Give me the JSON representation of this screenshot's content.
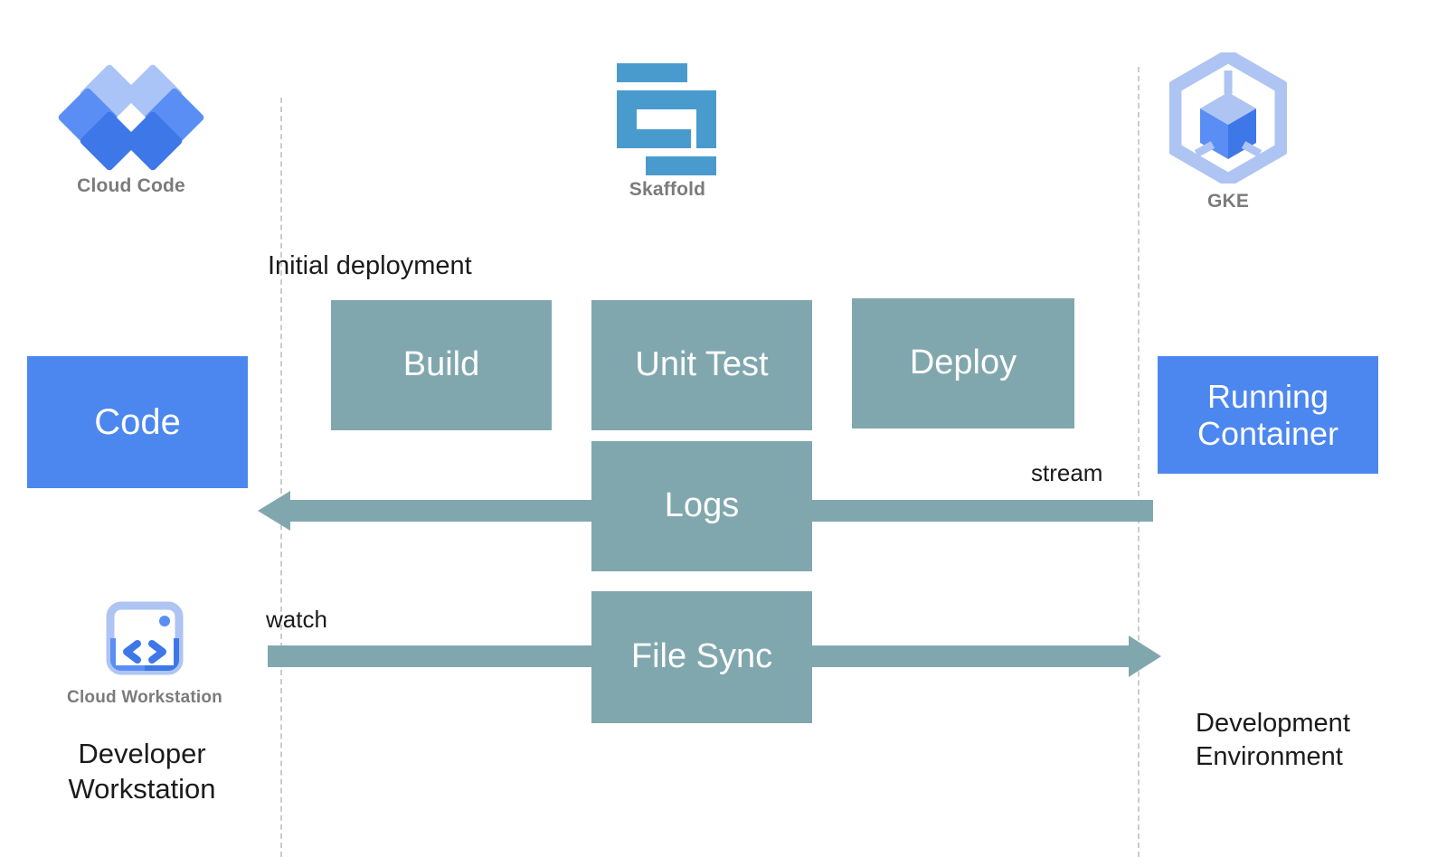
{
  "diagram": {
    "title": "Cloud Code / Skaffold / GKE inner development loop",
    "colors": {
      "blue_box": "#4c87ef",
      "teal_box": "#81a7ae",
      "logo_blue": "#4a9bcd",
      "cloud_code_light": "#aac4f7",
      "cloud_code_mid": "#5b8ef4",
      "cloud_code_dark": "#3d77e8",
      "gke_light": "#aec4f2",
      "gke_dark": "#4c87ef",
      "dashed_line": "#c9ccd1",
      "caption_gray": "#7b7b7b",
      "text_dark": "#1b1b1b"
    }
  },
  "logos": [
    {
      "id": "cloud-code",
      "caption": "Cloud Code",
      "icon": "cloud-code-diamonds-icon"
    },
    {
      "id": "skaffold",
      "caption": "Skaffold",
      "icon": "skaffold-s-blocks-icon"
    },
    {
      "id": "gke",
      "caption": "GKE",
      "icon": "gke-hexagon-cube-icon"
    },
    {
      "id": "cloud-workstation",
      "caption": "Cloud Workstation",
      "icon": "cloud-workstation-window-icon"
    }
  ],
  "boxes": {
    "code": "Code",
    "build": "Build",
    "unit_test": "Unit Test",
    "deploy": "Deploy",
    "logs": "Logs",
    "file_sync": "File Sync",
    "running_container": "Running\nContainer",
    "running_container_line1": "Running",
    "running_container_line2": "Container"
  },
  "labels": {
    "initial_deployment": "Initial deployment",
    "stream": "stream",
    "watch": "watch",
    "developer_workstation_line1": "Developer",
    "developer_workstation_line2": "Workstation",
    "development_environment_line1": "Development",
    "development_environment_line2": "Environment"
  },
  "flows": [
    {
      "id": "initial-deployment",
      "label": "Initial deployment",
      "direction": "right",
      "stages": [
        "Build",
        "Unit Test",
        "Deploy"
      ]
    },
    {
      "id": "logs-stream",
      "label": "stream",
      "direction": "left",
      "stages": [
        "Logs"
      ]
    },
    {
      "id": "file-sync-watch",
      "label": "watch",
      "direction": "right",
      "stages": [
        "File Sync"
      ]
    }
  ],
  "zones": {
    "left": "Developer Workstation",
    "right": "Development Environment"
  }
}
